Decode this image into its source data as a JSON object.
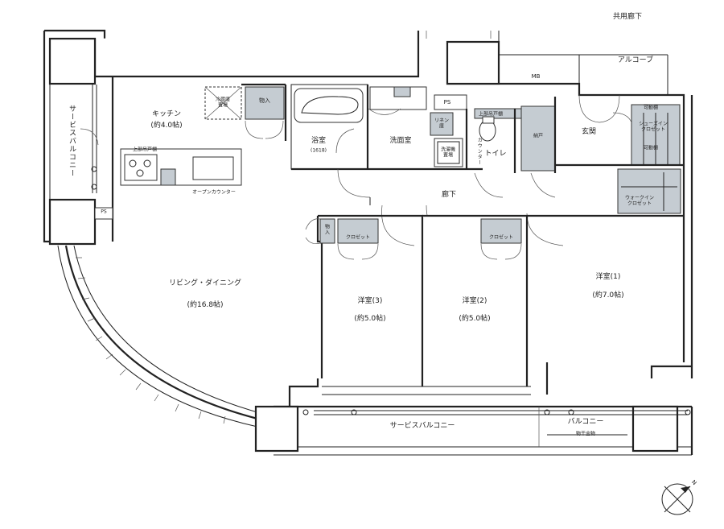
{
  "labels": {
    "kyoyo_roka": "共用廊下",
    "alcove": "アルコーブ",
    "mb": "MB",
    "ps_top": "PS",
    "ps_left": "PS",
    "kitchen": "キッチン",
    "kitchen_size": "(約4.0帖)",
    "fridge": "冷蔵庫\n置場",
    "storage_kitchen": "物入",
    "upper_cabinet_kitchen": "上部吊戸棚",
    "open_counter": "オープンカウンター",
    "service_balcony_left": "サービスバルコニー",
    "bath": "浴室",
    "bath_size": "(1618)",
    "washroom": "洗面室",
    "linen": "リネン\n庫",
    "washer": "洗濯機\n置場",
    "counter_vert": "カウンター",
    "upper_cabinet_toilet": "上部吊戸棚",
    "toilet": "トイレ",
    "nando": "納戸",
    "genkan": "玄関",
    "movable_shelf_1": "可動棚",
    "shoe_in_closet": "シューズイン\nクロゼット",
    "movable_shelf_2": "可動棚",
    "walk_in_closet": "ウォークイン\nクロゼット",
    "hallway": "廊下",
    "storage_small": "物\n入",
    "closet_3": "クロゼット",
    "closet_2": "クロゼット",
    "living": "リビング・ダイニング",
    "living_size": "(約16.8帖)",
    "room3": "洋室(3)",
    "room3_size": "(約5.0帖)",
    "room2": "洋室(2)",
    "room2_size": "(約5.0帖)",
    "room1": "洋室(1)",
    "room1_size": "(約7.0帖)",
    "service_balcony_bottom": "サービスバルコニー",
    "balcony": "バルコニー",
    "drying_hardware": "物干金物",
    "north": "N"
  },
  "colors": {
    "walls": "#222222",
    "fixture_fill": "#c5ccd2",
    "column_fill": "#555555",
    "background": "#ffffff"
  }
}
